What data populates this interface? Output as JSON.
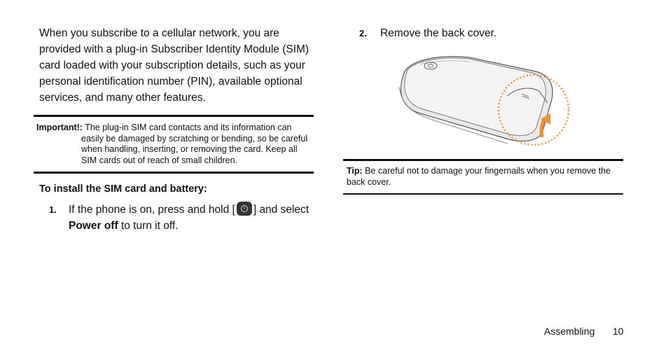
{
  "left": {
    "intro": "When you subscribe to a cellular network, you are provided with a plug-in Subscriber Identity Module (SIM) card loaded with your subscription details, such as your personal identification number (PIN), available optional services, and many other features.",
    "important_label": "Important!:",
    "important_line1": "The plug-in SIM card contacts and its information can",
    "important_rest": "easily be damaged by scratching or bending, so be careful when handling, inserting, or removing the card. Keep all SIM cards out of reach of small children.",
    "subheading": "To install the SIM card and battery:",
    "step1_num": "1.",
    "step1_pre": "If the phone is on, press and hold [",
    "step1_post": "] and select",
    "step1_bold": "Power off",
    "step1_end": "to turn it off."
  },
  "right": {
    "step2_num": "2.",
    "step2_text": "Remove the back cover.",
    "tip_label": "Tip:",
    "tip_text": "Be careful not to damage your fingernails when you remove the back cover."
  },
  "footer": {
    "section": "Assembling",
    "page": "10"
  },
  "colors": {
    "accent_orange": "#f0922b",
    "rule": "#111111"
  },
  "icons": [
    "power-key-icon",
    "back-cover-illustration"
  ]
}
